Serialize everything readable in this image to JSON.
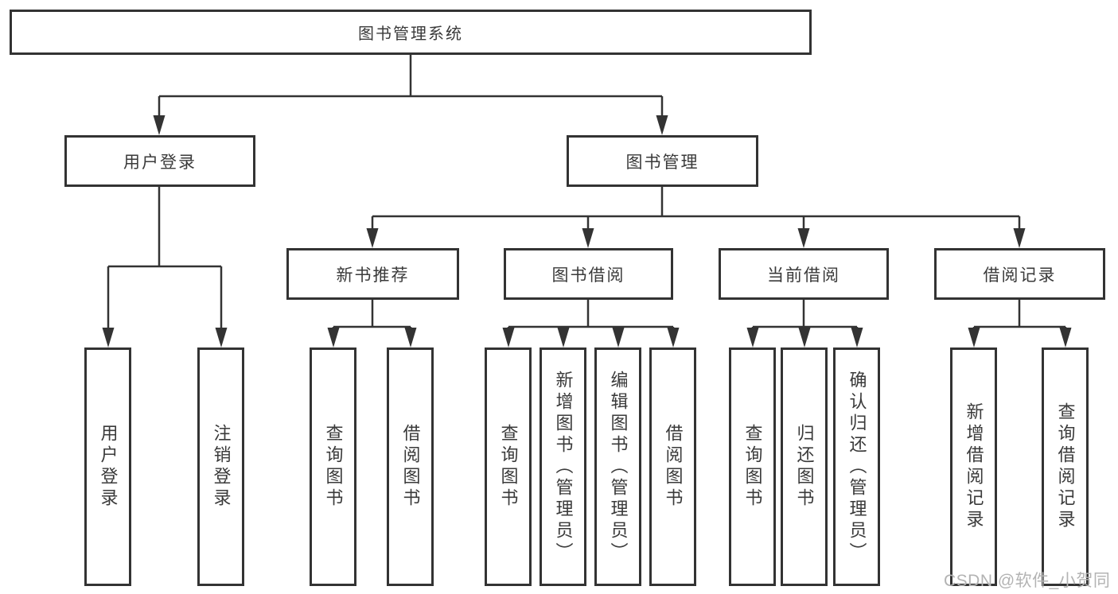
{
  "diagram_title": "图书管理系统",
  "watermark": "CSDN @软件_小贺同学",
  "colors": {
    "line": "#333333",
    "box_border": "#333333",
    "text": "#3a3a3a",
    "watermark": "#b3b3b3",
    "background": "#ffffff"
  },
  "tree": {
    "label": "图书管理系统",
    "children": [
      {
        "label": "用户登录",
        "children": [
          {
            "label": "用户登录"
          },
          {
            "label": "注销登录"
          }
        ]
      },
      {
        "label": "图书管理",
        "children": [
          {
            "label": "新书推荐",
            "children": [
              {
                "label": "查询图书"
              },
              {
                "label": "借阅图书"
              }
            ]
          },
          {
            "label": "图书借阅",
            "children": [
              {
                "label": "查询图书"
              },
              {
                "label": "新增图书（管理员）"
              },
              {
                "label": "编辑图书（管理员）"
              },
              {
                "label": "借阅图书"
              }
            ]
          },
          {
            "label": "当前借阅",
            "children": [
              {
                "label": "查询图书"
              },
              {
                "label": "归还图书"
              },
              {
                "label": "确认归还（管理员）"
              }
            ]
          },
          {
            "label": "借阅记录",
            "children": [
              {
                "label": "新增借阅记录"
              },
              {
                "label": "查询借阅记录"
              }
            ]
          }
        ]
      }
    ]
  }
}
